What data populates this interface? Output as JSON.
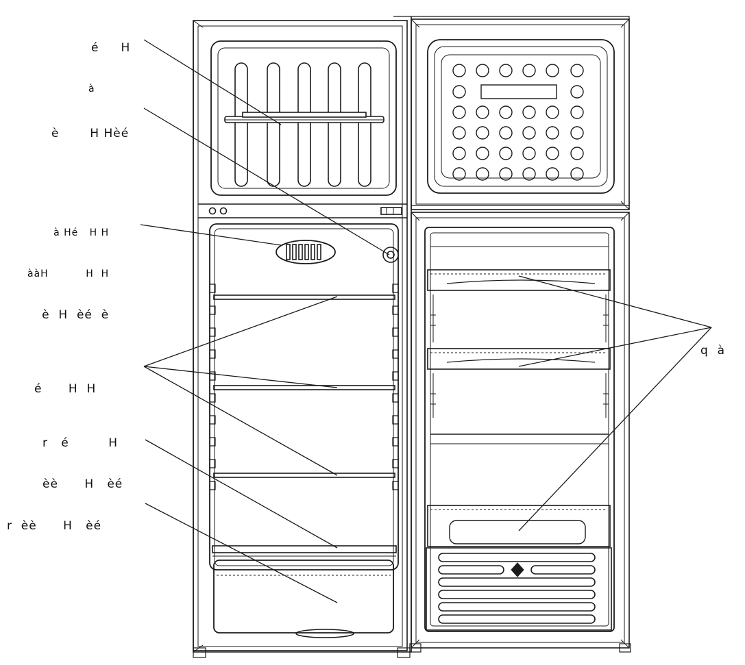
{
  "callouts": {
    "freezer_shelf": [
      "é     H",
      "à"
    ],
    "thermostat": [
      "è       H Hèé"
    ],
    "lamp_cover": [
      "à Hé   H H",
      "ààH          H  H",
      "è  H  èé  è"
    ],
    "glass_shelves": [
      "é      H  H"
    ],
    "crisper_cover": [
      "r   é         H",
      "èè      H   èé"
    ],
    "crisper_drawer": [
      "r  èè      H   èé"
    ],
    "door_shelves": [
      "q  à"
    ]
  },
  "colors": {
    "line": "#1a1a1a",
    "background": "#ffffff"
  }
}
